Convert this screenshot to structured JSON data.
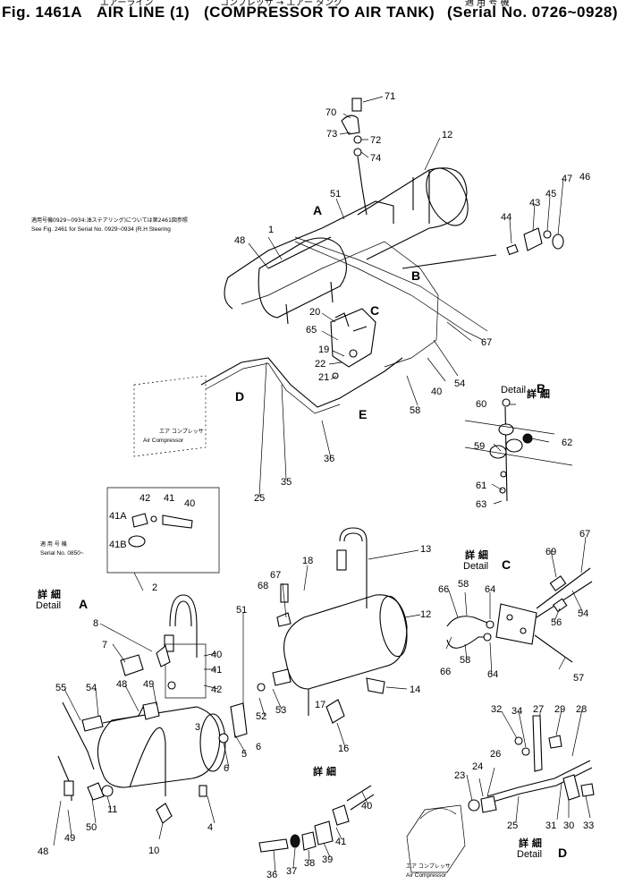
{
  "header": {
    "fig": "Fig. 1461A",
    "title": "AIR LINE (1)",
    "title_jp": "エアーライン",
    "subtitle": "(COMPRESSOR TO AIR TANK)",
    "subtitle_jp": "コンプレッサ → エアー タンク",
    "serial": "(Serial No. 0726~0928)",
    "serial_jp": "適 用 号 機"
  },
  "notes": {
    "steering_jp": "適用号機0929~0934:油ステアリング)については第2461図参照",
    "steering_en": "See Fig. 2461 for Serial No. 0929~0934 (R.H Steering",
    "serial_jp": "適 用 号 機",
    "serial_en": "Serial No. 0850~"
  },
  "compressor": {
    "jp": "エア コンプレッサ",
    "en": "Air Compressor"
  },
  "details": {
    "a_jp": "詳 細",
    "a_en": "Detail",
    "a_letter": "A",
    "b_jp": "詳 細",
    "b_en": "Detail",
    "b_letter": "B",
    "c_jp": "詳 細",
    "c_en": "Detail",
    "c_letter": "C",
    "d_jp": "詳 細",
    "d_en": "Detail",
    "d_letter": "D",
    "x_jp": "詳 細"
  },
  "view_letters": {
    "A": "A",
    "B": "B",
    "C": "C",
    "D": "D",
    "E": "E"
  },
  "parts": {
    "p71": "71",
    "p70": "70",
    "p73": "73",
    "p72": "72",
    "p74": "74",
    "p12a": "12",
    "p51a": "51",
    "p47": "47",
    "p46": "46",
    "p45": "45",
    "p43": "43",
    "p44": "44",
    "p48a": "48",
    "p1": "1",
    "p20": "20",
    "p65": "65",
    "p19": "19",
    "p22": "22",
    "p21": "21",
    "p67a": "67",
    "p54a": "54",
    "p40a": "40",
    "p58a": "58",
    "p60": "60",
    "p59": "59",
    "p62": "62",
    "p61": "61",
    "p63": "63",
    "p36a": "36",
    "p35": "35",
    "p25a": "25",
    "p42a": "42",
    "p41a": "41",
    "p40b": "40",
    "p41A": "41A",
    "p41B": "41B",
    "p2": "2",
    "p18": "18",
    "p67b": "67",
    "p68": "68",
    "p13": "13",
    "p12b": "12",
    "p14": "14",
    "p17": "17",
    "p16": "16",
    "p53": "53",
    "p52": "52",
    "p7": "7",
    "p8": "8",
    "p51b": "51",
    "p40c": "40",
    "p41b": "41",
    "p42b": "42",
    "p55": "55",
    "p54b": "54",
    "p48b": "48",
    "p49a": "49",
    "p5": "5",
    "p6a": "6",
    "p6b": "6",
    "p3": "3",
    "p50": "50",
    "p11": "11",
    "p48c": "48",
    "p49b": "49",
    "p10": "10",
    "p4": "4",
    "p66a": "66",
    "p58b": "58",
    "p64a": "64",
    "p66b": "66",
    "p58c": "58",
    "p64b": "64",
    "p69": "69",
    "p67c": "67",
    "p56": "56",
    "p54c": "54",
    "p57": "57",
    "p32": "32",
    "p34": "34",
    "p27": "27",
    "p29": "29",
    "p28": "28",
    "p26": "26",
    "p23": "23",
    "p24": "24",
    "p25b": "25",
    "p31": "31",
    "p30": "30",
    "p33": "33",
    "p40d": "40",
    "p41c": "41",
    "p39": "39",
    "p38": "38",
    "p37": "37",
    "p36b": "36"
  }
}
